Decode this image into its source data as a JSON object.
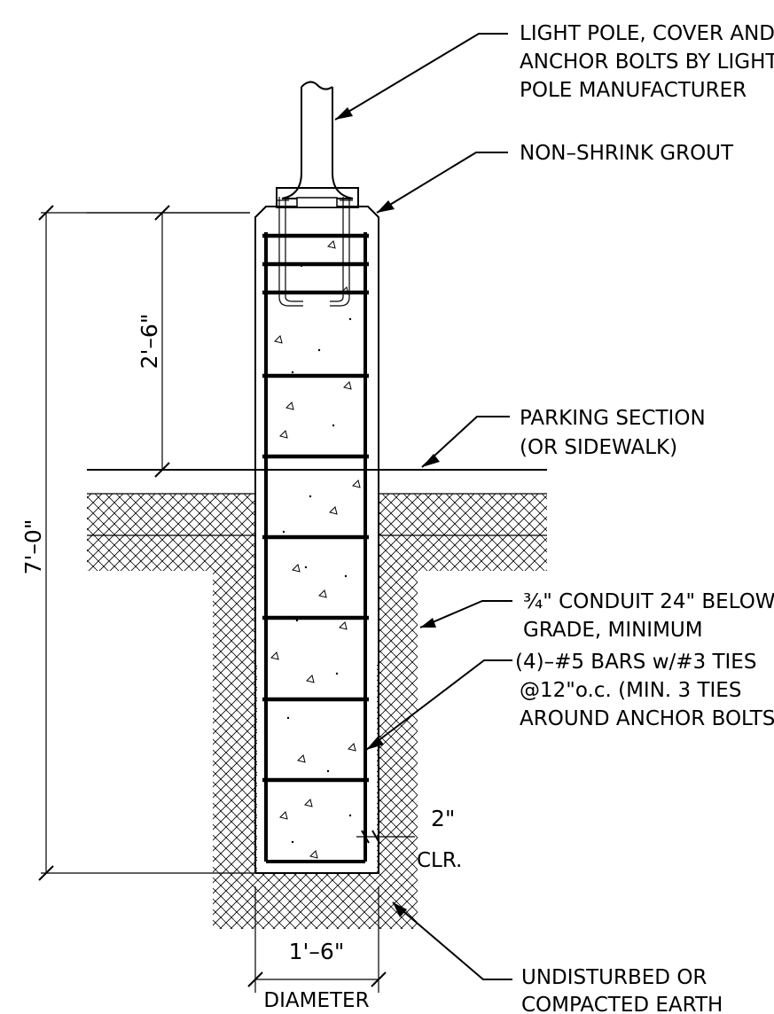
{
  "labels": {
    "light_pole": [
      "LIGHT POLE, COVER AND",
      "ANCHOR BOLTS BY LIGHT",
      "POLE MANUFACTURER"
    ],
    "grout": [
      "NON–SHRINK GROUT"
    ],
    "parking": [
      "PARKING SECTION",
      "(OR SIDEWALK)"
    ],
    "conduit": [
      "¾\" CONDUIT 24\" BELOW",
      "GRADE, MINIMUM"
    ],
    "bars": [
      "(4)–#5 BARS w/#3 TIES",
      "@12\"o.c. (MIN. 3 TIES",
      "AROUND ANCHOR BOLTS)"
    ],
    "earth": [
      "UNDISTURBED OR",
      "COMPACTED EARTH"
    ]
  },
  "dimensions": {
    "total_depth": "7'–0\"",
    "exposed_height": "2'–6\"",
    "clearance": "2\"",
    "clearance_label": "CLR.",
    "diameter": "1'–6\"",
    "diameter_label": "DIAMETER"
  },
  "colors": {
    "line": "#000000",
    "background": "#ffffff"
  }
}
